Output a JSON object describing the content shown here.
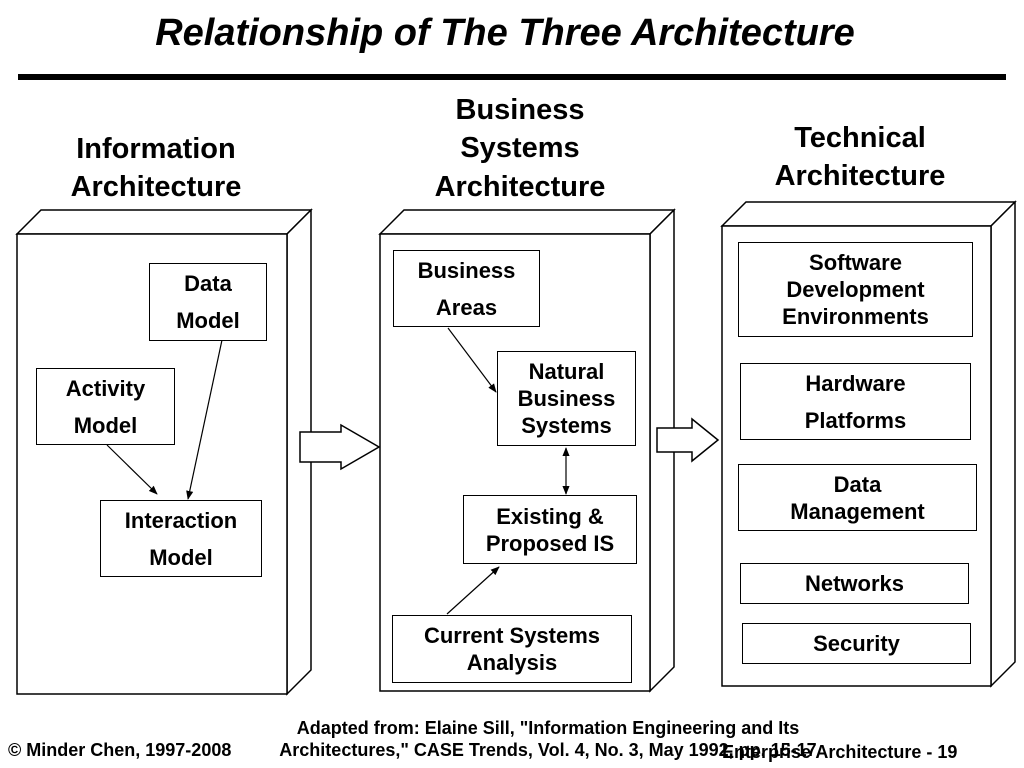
{
  "title": "Relationship of The Three Architecture",
  "columns": {
    "information": {
      "heading": [
        "Information",
        "Architecture"
      ],
      "data_model": [
        "Data",
        "Model"
      ],
      "activity_model": [
        "Activity",
        "Model"
      ],
      "interaction_model": [
        "Interaction",
        "Model"
      ]
    },
    "business_systems": {
      "heading": [
        "Business",
        "Systems",
        "Architecture"
      ],
      "business_areas": [
        "Business",
        "Areas"
      ],
      "natural_business_systems": [
        "Natural",
        "Business",
        "Systems"
      ],
      "existing_proposed_is": [
        "Existing &",
        "Proposed IS"
      ],
      "current_systems_analysis": [
        "Current Systems",
        "Analysis"
      ]
    },
    "technical": {
      "heading": [
        "Technical",
        "Architecture"
      ],
      "software_dev_env": [
        "Software",
        "Development",
        "Environments"
      ],
      "hardware_platforms": [
        "Hardware",
        "Platforms"
      ],
      "data_management": [
        "Data",
        "Management"
      ],
      "networks": "Networks",
      "security": "Security"
    }
  },
  "footer": {
    "copyright": "© Minder Chen, 1997-2008",
    "credit": [
      "Adapted from: Elaine Sill, \"Information Engineering and Its",
      "Architectures,\" CASE Trends, Vol. 4, No. 3, May 1992, pp. 15-17"
    ],
    "page_label": "Enterprise Architecture - 19"
  }
}
